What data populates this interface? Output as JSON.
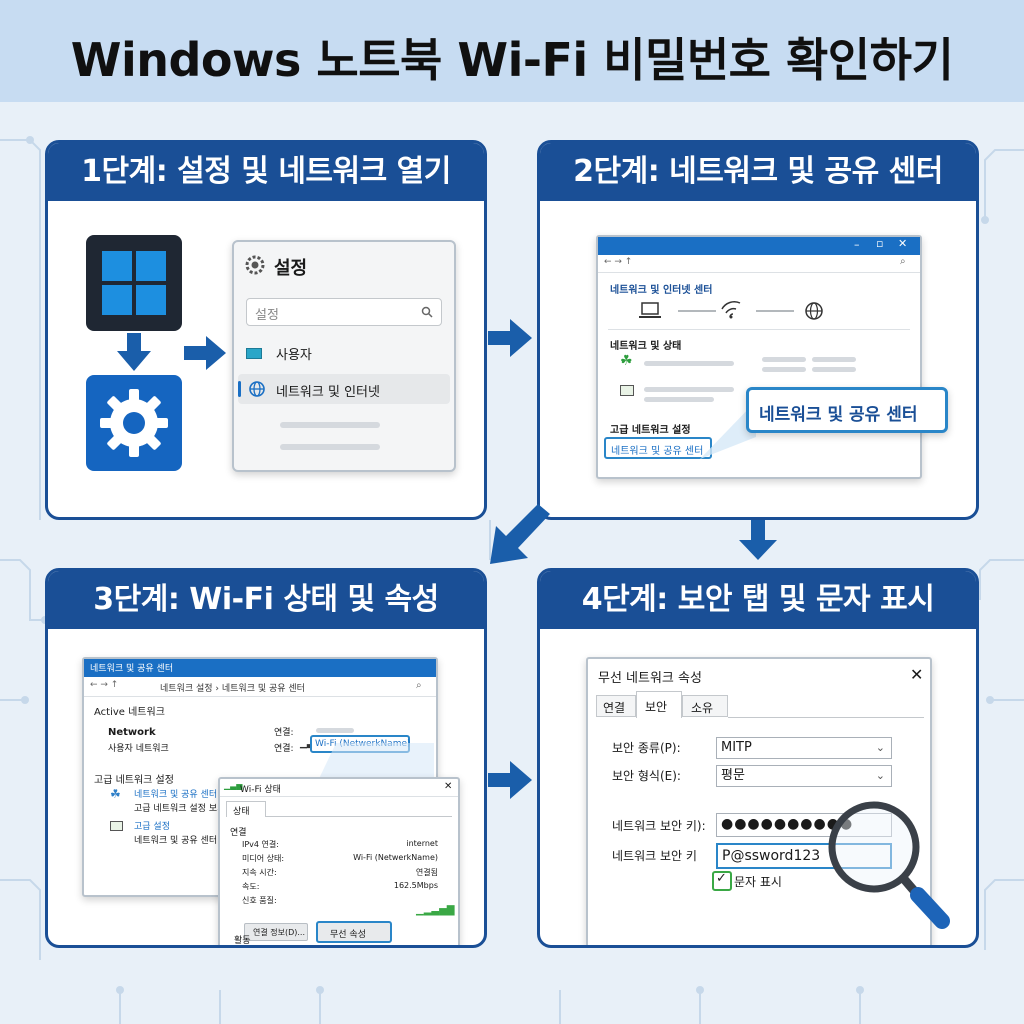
{
  "title": "Windows 노트북 Wi-Fi 비밀번호 확인하기",
  "colors": {
    "panel_border": "#1a4f96",
    "highlight": "#2a86c8",
    "check_green": "#3aa845",
    "background": "#e8f0f8"
  },
  "step1": {
    "heading": "1단계: 설정 및 네트워크 열기",
    "settings_title": "설정",
    "search_placeholder": "설정",
    "item_account": "사용자",
    "item_network": "네트워크 및 인터넷"
  },
  "step2": {
    "heading": "2단계: 네트워크 및 공유 센터",
    "section_net_internet": "네트워크 및 인터넷 센터",
    "section_status": "네트워크 및 상태",
    "section_advanced": "고급 네트워크 설정",
    "link_sharing_center": "네트워크 및 공유 센터",
    "callout": "네트워크 및 공유 센터"
  },
  "step3": {
    "heading": "3단계: Wi-Fi 상태 및 속성",
    "window_title": "네트워크 및 공유 센터",
    "breadcrumb": "네트워크 설정 › 네트워크 및 공유 센터",
    "active_networks": "Active 네트워크",
    "network_label": "Network",
    "network_sub": "사용자 네트워크",
    "conn_label_1": "연결:",
    "conn_label_2": "연결:",
    "wifi_name": "Wi-Fi (NetwerkName)",
    "advanced_section": "고급 네트워크 설정",
    "adv_link_1": "네트워크 및 공유 센터",
    "adv_sub_1": "고급 네트워크 설정 보기",
    "adv_link_2": "고급 설정",
    "adv_sub_2": "네트워크 및 공유 센터 보기",
    "dlg_title": "Wi-Fi 상태",
    "dlg_tab": "상태",
    "dlg_section": "연결",
    "dlg_rows": [
      {
        "label": "IPv4 연결:",
        "value": "internet"
      },
      {
        "label": "미디어 상태:",
        "value": "Wi-Fi (NetwerkName)"
      },
      {
        "label": "지속 시간:",
        "value": "연결됨"
      },
      {
        "label": "속도:",
        "value": "162.5Mbps"
      },
      {
        "label": "신호 품질:",
        "value": ""
      }
    ],
    "btn_details": "연결 정보(D)...",
    "btn_props": "무선 속성",
    "dlg_activity": "활동"
  },
  "step4": {
    "heading": "4단계: 보안 탭 및 문자 표시",
    "dlg_title": "무선 네트워크 속성",
    "tabs": [
      "연결",
      "보안",
      "소유"
    ],
    "label_security_type": "보안 종류(P):",
    "value_security_type": "MITP",
    "label_encryption": "보안 형식(E):",
    "value_encryption": "평문",
    "label_key_masked": "네트워크 보안 키):",
    "value_key_masked": "●●●●●●●●●●",
    "label_key_shown": "네트워크 보안 키",
    "value_key_shown": "P@ssword123",
    "show_chars": "문자 표시"
  }
}
